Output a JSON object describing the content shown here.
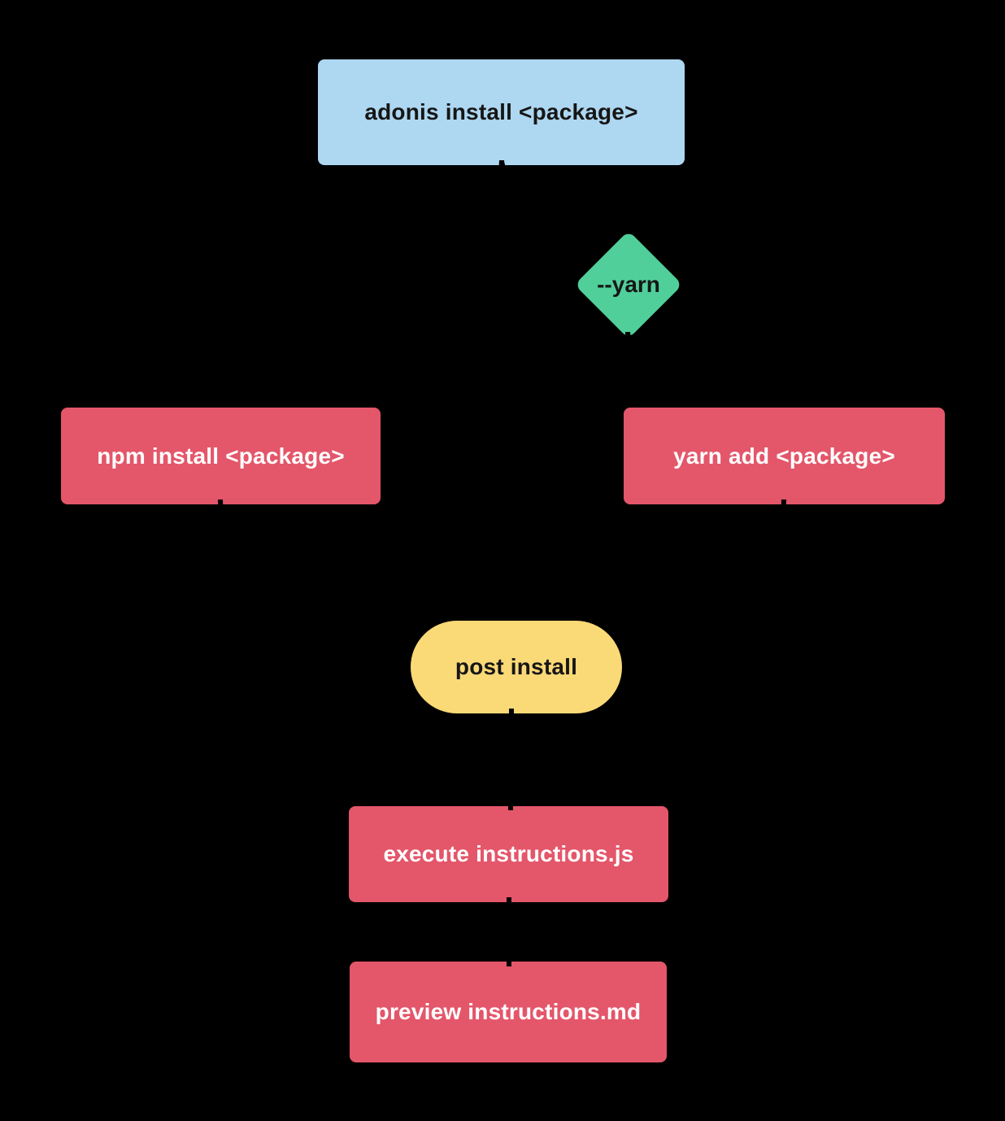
{
  "diagram": {
    "type": "flowchart",
    "direction": "top-down",
    "background": "#000000",
    "edge_color": "#000000",
    "nodes": [
      {
        "id": "adonis-install",
        "shape": "rectangle",
        "label": "adonis install <package>",
        "fill": "#AED7F1",
        "text_color": "#161616"
      },
      {
        "id": "yarn-flag",
        "shape": "diamond",
        "label": "--yarn",
        "fill": "#50CF9B",
        "text_color": "#161616"
      },
      {
        "id": "npm-install",
        "shape": "rectangle",
        "label": "npm install <package>",
        "fill": "#E4566A",
        "text_color": "#FFFFFF"
      },
      {
        "id": "yarn-add",
        "shape": "rectangle",
        "label": "yarn add <package>",
        "fill": "#E4566A",
        "text_color": "#FFFFFF"
      },
      {
        "id": "post-install",
        "shape": "stadium",
        "label": "post install",
        "fill": "#FAD977",
        "text_color": "#161616"
      },
      {
        "id": "execute-instructions",
        "shape": "rectangle",
        "label": "execute instructions.js",
        "fill": "#E4566A",
        "text_color": "#FFFFFF"
      },
      {
        "id": "preview-instructions",
        "shape": "rectangle",
        "label": "preview instructions.md",
        "fill": "#E4566A",
        "text_color": "#FFFFFF"
      }
    ],
    "edges": [
      {
        "from": "adonis-install",
        "to": "npm-install"
      },
      {
        "from": "adonis-install",
        "to": "yarn-flag"
      },
      {
        "from": "yarn-flag",
        "to": "yarn-add"
      },
      {
        "from": "npm-install",
        "to": "post-install"
      },
      {
        "from": "yarn-add",
        "to": "post-install"
      },
      {
        "from": "post-install",
        "to": "execute-instructions"
      },
      {
        "from": "execute-instructions",
        "to": "preview-instructions"
      }
    ]
  }
}
